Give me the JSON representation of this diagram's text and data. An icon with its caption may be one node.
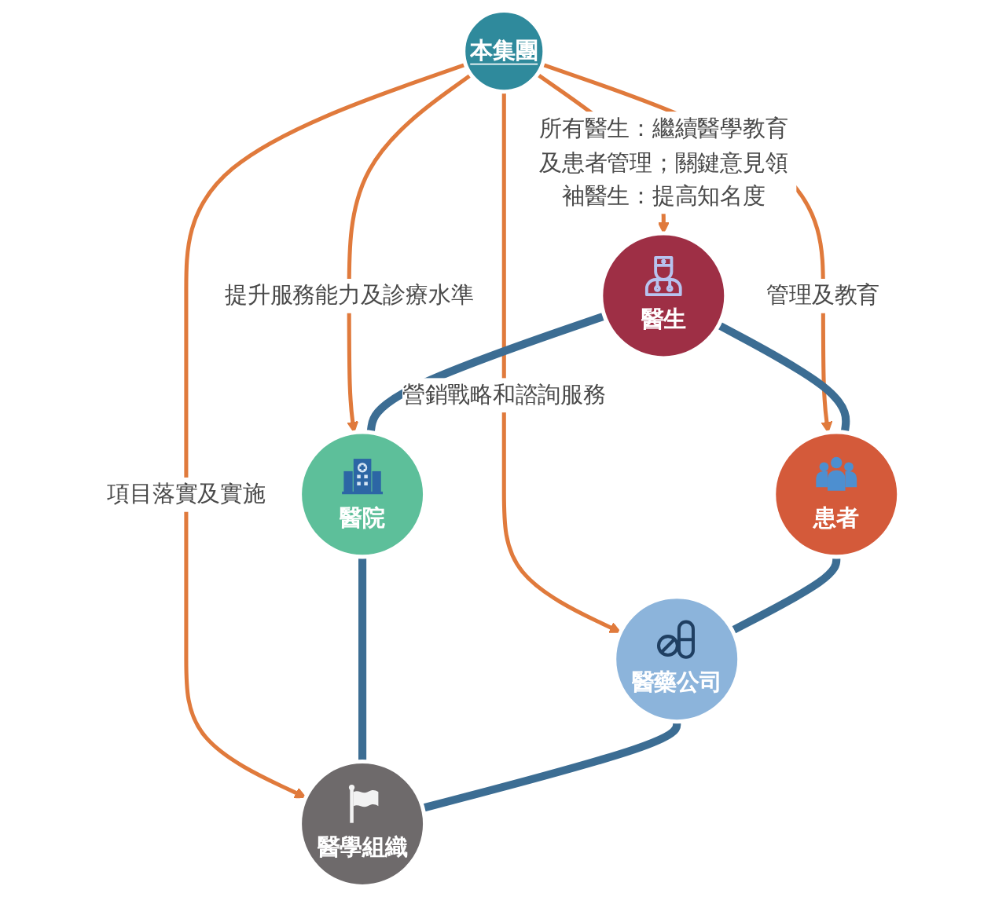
{
  "diagram": {
    "nodes": [
      {
        "text": [
          "醫生"
        ]
      },
      {
        "text": [
          "患者"
        ]
      },
      {
        "text": [
          "醫院"
        ]
      },
      {
        "text": [
          "本集團"
        ]
      },
      {
        "text": [
          "醫藥公司"
        ]
      },
      {
        "text": [
          "醫學組織"
        ]
      }
    ],
    "edges": [
      {
        "from": 3,
        "to": 0,
        "arrow": "to",
        "label": "所有醫生：繼續醫學教育及患者管理；關鍵意見領袖醫生：提高知名度",
        "color": "#e07a3c"
      },
      {
        "from": 3,
        "to": 2,
        "arrow": "to",
        "label": "提升服務能力及診療水準",
        "color": "#e07a3c"
      },
      {
        "from": 3,
        "to": 1,
        "arrow": "to",
        "label": "管理及教育",
        "color": "#e07a3c"
      },
      {
        "from": 3,
        "to": 4,
        "arrow": "to",
        "label": "營銷戰略和諮詢服務",
        "color": "#e07a3c"
      },
      {
        "from": 3,
        "to": 5,
        "arrow": "to",
        "label": "項目落實及實施",
        "color": "#e07a3c"
      },
      {
        "from": 0,
        "to": 1,
        "arrow": "none",
        "style": "thick",
        "color": "#3c6d93"
      },
      {
        "from": 0,
        "to": 2,
        "arrow": "none",
        "style": "thick",
        "color": "#3c6d93"
      },
      {
        "from": 1,
        "to": 4,
        "arrow": "none",
        "style": "thick",
        "color": "#3c6d93"
      },
      {
        "from": 2,
        "to": 5,
        "arrow": "none",
        "style": "thick",
        "color": "#3c6d93"
      },
      {
        "from": 4,
        "to": 5,
        "arrow": "none",
        "style": "thick",
        "color": "#3c6d93"
      }
    ]
  }
}
